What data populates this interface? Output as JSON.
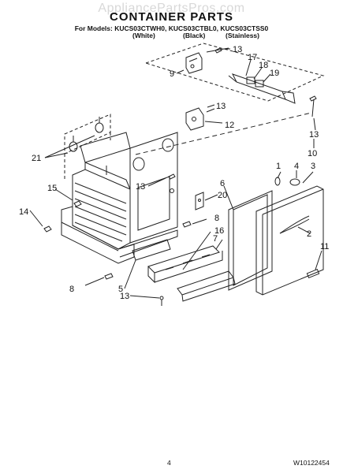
{
  "watermark": "AppliancePartsPros.com",
  "title": "CONTAINER PARTS",
  "models_line": "For Models: KUCS03CTWH0, KUCS03CTBL0, KUCS03CTSS0",
  "variants": [
    "(White)",
    "(Black)",
    "(Stainless)"
  ],
  "footer": {
    "page_number": "4",
    "doc_code": "W10122454"
  },
  "callouts": [
    "1",
    "2",
    "3",
    "4",
    "5",
    "6",
    "7",
    "8",
    "8",
    "9",
    "10",
    "11",
    "12",
    "13",
    "13",
    "13",
    "13",
    "14",
    "15",
    "16",
    "17",
    "18",
    "19",
    "20",
    "21"
  ]
}
